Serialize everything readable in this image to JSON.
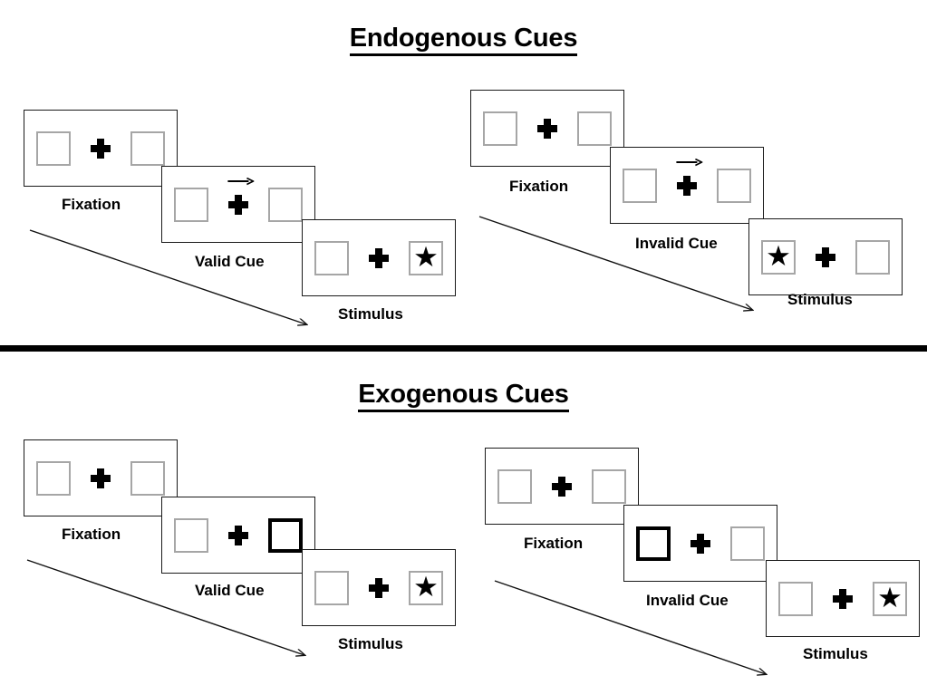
{
  "sections": [
    {
      "title": "Endogenous Cues",
      "cue_type": "arrow",
      "conditions": [
        {
          "name": "valid",
          "frames": [
            {
              "label": "Fixation",
              "cue_side": "none",
              "stimulus_side": "none"
            },
            {
              "label": "Valid Cue",
              "cue_side": "right",
              "stimulus_side": "none"
            },
            {
              "label": "Stimulus",
              "cue_side": "none",
              "stimulus_side": "right"
            }
          ]
        },
        {
          "name": "invalid",
          "frames": [
            {
              "label": "Fixation",
              "cue_side": "none",
              "stimulus_side": "none"
            },
            {
              "label": "Invalid Cue",
              "cue_side": "right",
              "stimulus_side": "none"
            },
            {
              "label": "Stimulus",
              "cue_side": "none",
              "stimulus_side": "left"
            }
          ]
        }
      ]
    },
    {
      "title": "Exogenous Cues",
      "cue_type": "box-flash",
      "conditions": [
        {
          "name": "valid",
          "frames": [
            {
              "label": "Fixation",
              "cue_side": "none",
              "stimulus_side": "none"
            },
            {
              "label": "Valid Cue",
              "cue_side": "right",
              "stimulus_side": "none"
            },
            {
              "label": "Stimulus",
              "cue_side": "none",
              "stimulus_side": "right"
            }
          ]
        },
        {
          "name": "invalid",
          "frames": [
            {
              "label": "Fixation",
              "cue_side": "none",
              "stimulus_side": "none"
            },
            {
              "label": "Invalid Cue",
              "cue_side": "left",
              "stimulus_side": "none"
            },
            {
              "label": "Stimulus",
              "cue_side": "none",
              "stimulus_side": "right"
            }
          ]
        }
      ]
    }
  ],
  "labels": {
    "endogenous_title": "Endogenous Cues",
    "exogenous_title": "Exogenous Cues",
    "fixation": "Fixation",
    "valid_cue": "Valid Cue",
    "invalid_cue": "Invalid Cue",
    "stimulus": "Stimulus"
  },
  "glyphs": {
    "star": "★"
  },
  "colors": {
    "ink": "#000000",
    "panel_border": "#1a1a1a",
    "box_border": "#a6a6a6",
    "cued_box_border": "#000000",
    "background": "#ffffff"
  }
}
